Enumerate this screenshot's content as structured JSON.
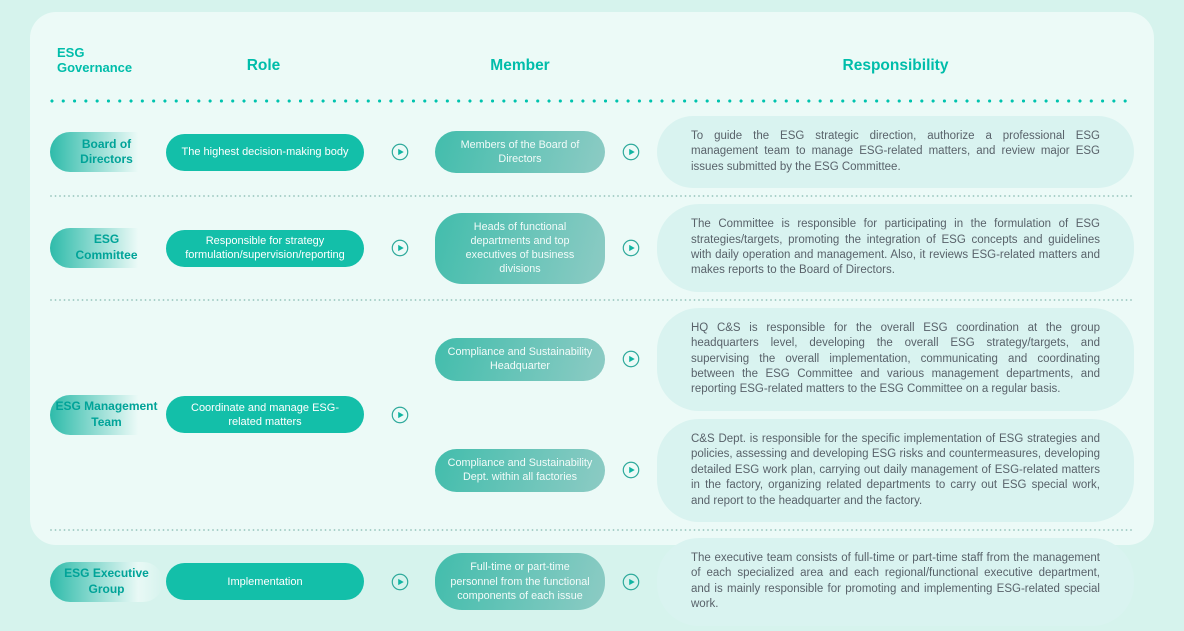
{
  "accent_colors": {
    "teal": "#13bfa9",
    "header_teal": "#00bdaa",
    "outer_background": "#d6f3ed",
    "card_background": "#ecfaf7",
    "responsibility_background": "#d9f3f0",
    "member_gradient_start": "#42bdac",
    "member_gradient_end": "#8dcbc4"
  },
  "header": {
    "governance": "ESG Governance",
    "role": "Role",
    "member": "Member",
    "responsibility": "Responsibility"
  },
  "rows": [
    {
      "governance": "Board of\nDirectors",
      "role": "The highest decision-making body",
      "members": [
        {
          "label": "Members of the Board of Directors",
          "responsibility": "To guide the ESG strategic direction, authorize a professional ESG management team to manage ESG-related matters, and review major ESG issues submitted by the ESG Committee."
        }
      ]
    },
    {
      "governance": "ESG\nCommittee",
      "role": "Responsible for strategy formulation/supervision/reporting",
      "members": [
        {
          "label": "Heads of functional departments and top executives of business divisions",
          "responsibility": "The Committee is responsible for participating in the formulation of ESG strategies/targets, promoting the integration of ESG concepts and guidelines with daily operation and management. Also, it reviews ESG-related matters and makes reports to the Board of Directors."
        }
      ]
    },
    {
      "governance": "ESG Management\nTeam",
      "role": "Coordinate and manage ESG-related matters",
      "members": [
        {
          "label": "Compliance and Sustainability Headquarter",
          "responsibility": "HQ C&S is responsible for the overall ESG coordination at the group headquarters level, developing the overall ESG strategy/targets, and supervising the overall implementation, communicating and coordinating between the ESG Committee and various management departments, and reporting ESG-related matters to the ESG Committee on a regular basis."
        },
        {
          "label": "Compliance and Sustainability Dept. within all factories",
          "responsibility": "C&S Dept. is responsible for the specific implementation of ESG strategies and policies, assessing and developing ESG risks and countermeasures, developing detailed ESG work plan, carrying out daily management of ESG-related matters in the factory, organizing related departments to carry out ESG special work, and report to the headquarter and the factory."
        }
      ]
    },
    {
      "governance": "ESG Executive\nGroup",
      "role": "Implementation",
      "members": [
        {
          "label": "Full-time or part-time personnel from the functional components of each issue",
          "responsibility": "The executive team consists of full-time or part-time staff from the management of each specialized area and each regional/functional executive department, and is mainly responsible for promoting and implementing ESG-related special work."
        }
      ]
    }
  ]
}
